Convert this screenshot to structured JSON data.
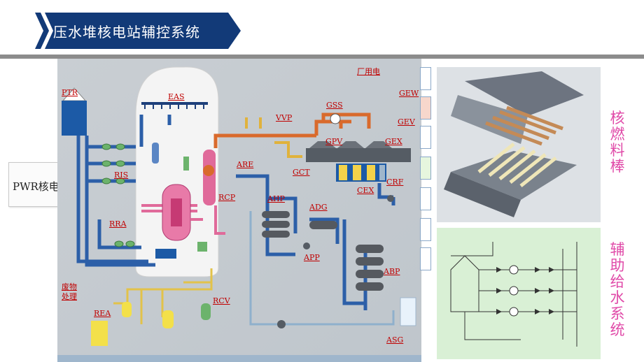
{
  "header": {
    "title": "压水堆核电站辅控系统"
  },
  "left_box": {
    "label": "PWR核电"
  },
  "diagram": {
    "labels": {
      "ptr": "PTR",
      "eas": "EAS",
      "plant_power": "厂用电",
      "gew": "GEW",
      "gss": "GSS",
      "vvp": "VVP",
      "gev": "GEV",
      "gpv": "GPV",
      "gex": "GEX",
      "ris": "RIS",
      "are": "ARE",
      "gct": "GCT",
      "crf": "CRF",
      "cex": "CEX",
      "rcp": "RCP",
      "ahp": "AHP",
      "adg": "ADG",
      "rra": "RRA",
      "app": "APP",
      "abp": "ABP",
      "waste_line1": "废物",
      "waste_line2": "处理",
      "rea": "REA",
      "rcv": "RCV",
      "asg": "ASG"
    }
  },
  "fuel_panel": {
    "caption": [
      "核",
      "燃",
      "料",
      "棒"
    ]
  },
  "afw_panel": {
    "caption": [
      "辅",
      "助",
      "给",
      "水",
      "系",
      "统"
    ]
  },
  "colors": {
    "title_bar": "#123a78",
    "rule": "#8c8c8c",
    "label_red": "#c00000",
    "caption_pink": "#e04aa8",
    "pipe_blue": "#2c5fa8",
    "pipe_orange": "#d96a2c",
    "pipe_yellow": "#e2c24a",
    "pipe_pink": "#e06a9a"
  },
  "icons": [
    "title-chevron-icon",
    "containment-dome-icon",
    "reactor-vessel-icon",
    "tank-icon",
    "pump-icon"
  ]
}
